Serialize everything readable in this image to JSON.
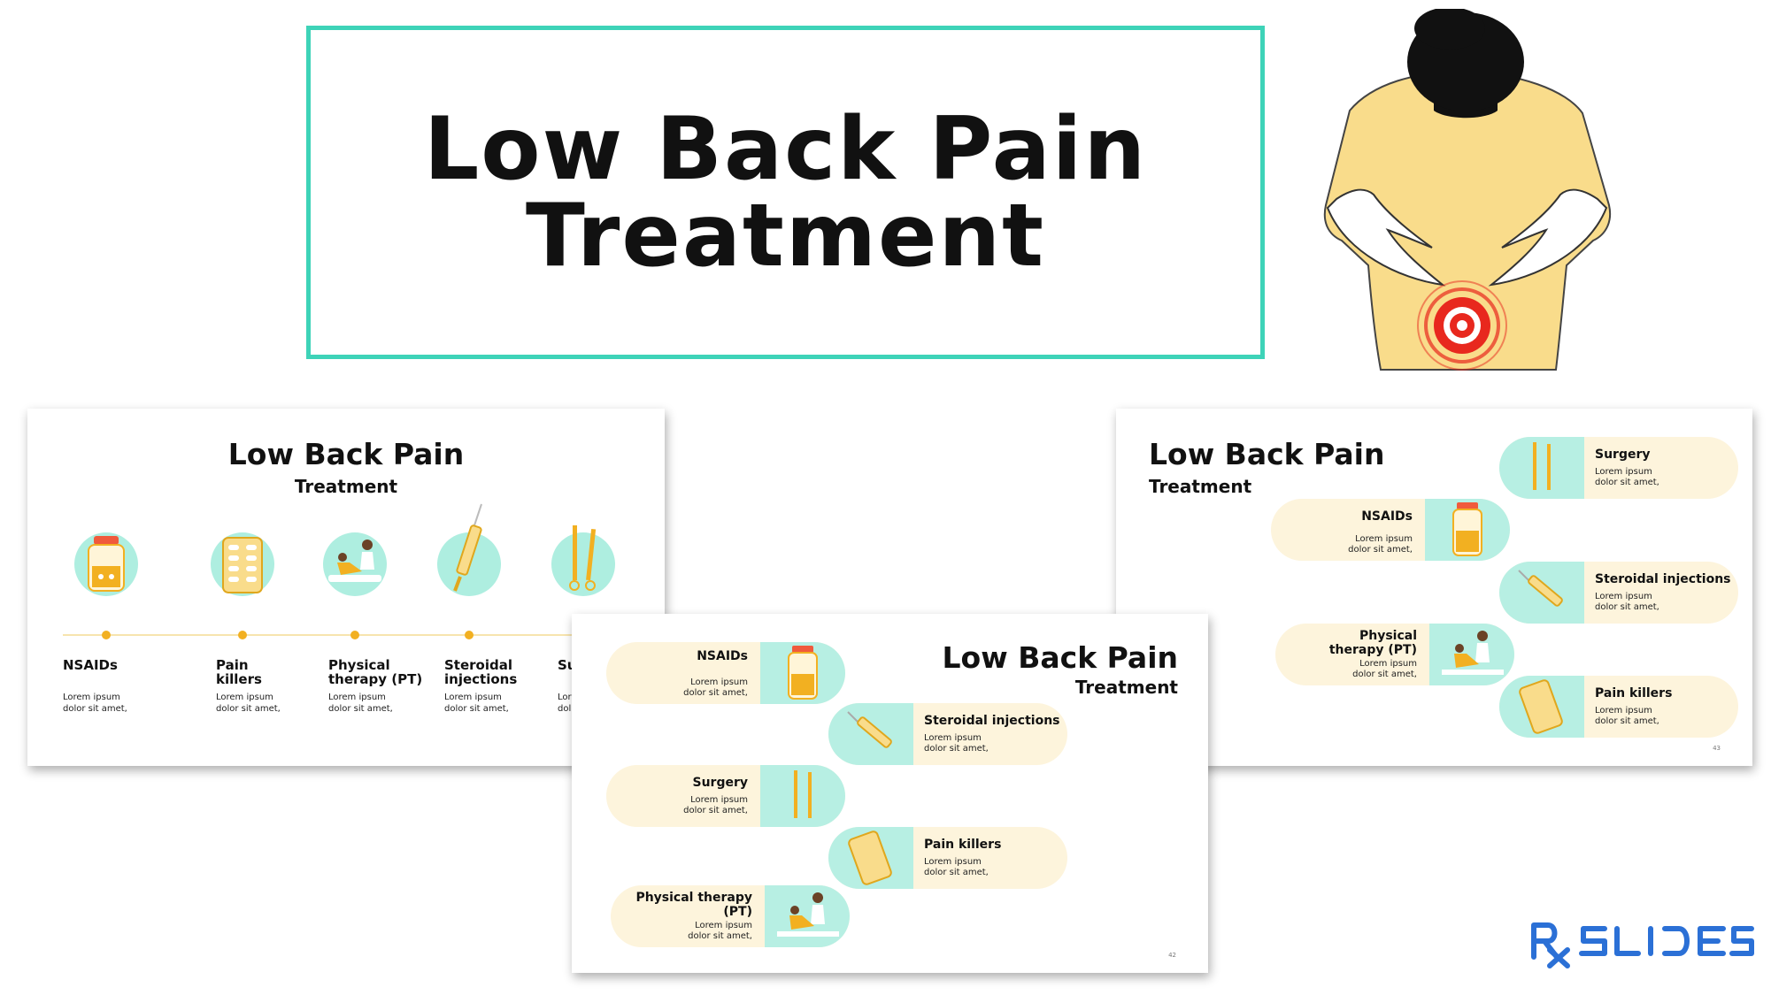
{
  "hero": {
    "title_line1": "Low Back Pain",
    "title_line2": "Treatment"
  },
  "slide_a": {
    "title": "Low Back Pain",
    "subtitle": "Treatment",
    "items": [
      {
        "head1": "NSAIDs",
        "head2": "",
        "body1": "Lorem ipsum",
        "body2": "dolor sit amet,"
      },
      {
        "head1": "Pain",
        "head2": "killers",
        "body1": "Lorem ipsum",
        "body2": "dolor sit amet,"
      },
      {
        "head1": "Physical",
        "head2": "therapy (PT)",
        "body1": "Lorem ipsum",
        "body2": "dolor sit amet,"
      },
      {
        "head1": "Steroidal",
        "head2": "injections",
        "body1": "Lorem ipsum",
        "body2": "dolor sit amet,"
      },
      {
        "head1": "Su",
        "head2": "",
        "body1": "Lor",
        "body2": "dol"
      }
    ]
  },
  "slide_b": {
    "title": "Low Back Pain",
    "subtitle": "Treatment",
    "page": "42",
    "items": [
      {
        "head1": "NSAIDs",
        "head2": "",
        "body1": "Lorem ipsum",
        "body2": "dolor sit amet,"
      },
      {
        "head1": "Steroidal injections",
        "head2": "",
        "body1": "Lorem ipsum",
        "body2": "dolor sit amet,"
      },
      {
        "head1": "Surgery",
        "head2": "",
        "body1": "Lorem ipsum",
        "body2": "dolor sit amet,"
      },
      {
        "head1": "Pain killers",
        "head2": "",
        "body1": "Lorem ipsum",
        "body2": "dolor sit amet,"
      },
      {
        "head1": "Physical therapy",
        "head2": "(PT)",
        "body1": "Lorem ipsum",
        "body2": "dolor sit amet,"
      }
    ]
  },
  "slide_c": {
    "title": "Low Back Pain",
    "subtitle": "Treatment",
    "page": "43",
    "items": [
      {
        "head1": "Surgery",
        "head2": "",
        "body1": "Lorem ipsum",
        "body2": "dolor sit amet,"
      },
      {
        "head1": "NSAIDs",
        "head2": "",
        "body1": "Lorem ipsum",
        "body2": "dolor sit amet,"
      },
      {
        "head1": "Steroidal injections",
        "head2": "",
        "body1": "Lorem ipsum",
        "body2": "dolor sit amet,"
      },
      {
        "head1": "Physical",
        "head2": "therapy (PT)",
        "body1": "Lorem ipsum",
        "body2": "dolor sit amet,"
      },
      {
        "head1": "Pain killers",
        "head2": "",
        "body1": "Lorem ipsum",
        "body2": "dolor sit amet,"
      }
    ]
  },
  "logo": {
    "text": "RX SLIDES"
  },
  "colors": {
    "accent_teal": "#3ed3b8",
    "icon_mint": "#aeeee0",
    "pill_cream": "#fdf4dc",
    "gold": "#f2b021",
    "pain_red": "#e8281e",
    "logo_blue": "#2b70d6"
  },
  "icons": [
    "pill-bottle-icon",
    "blister-pack-icon",
    "therapy-icon",
    "syringe-icon",
    "surgical-tools-icon",
    "back-pain-figure-icon"
  ]
}
